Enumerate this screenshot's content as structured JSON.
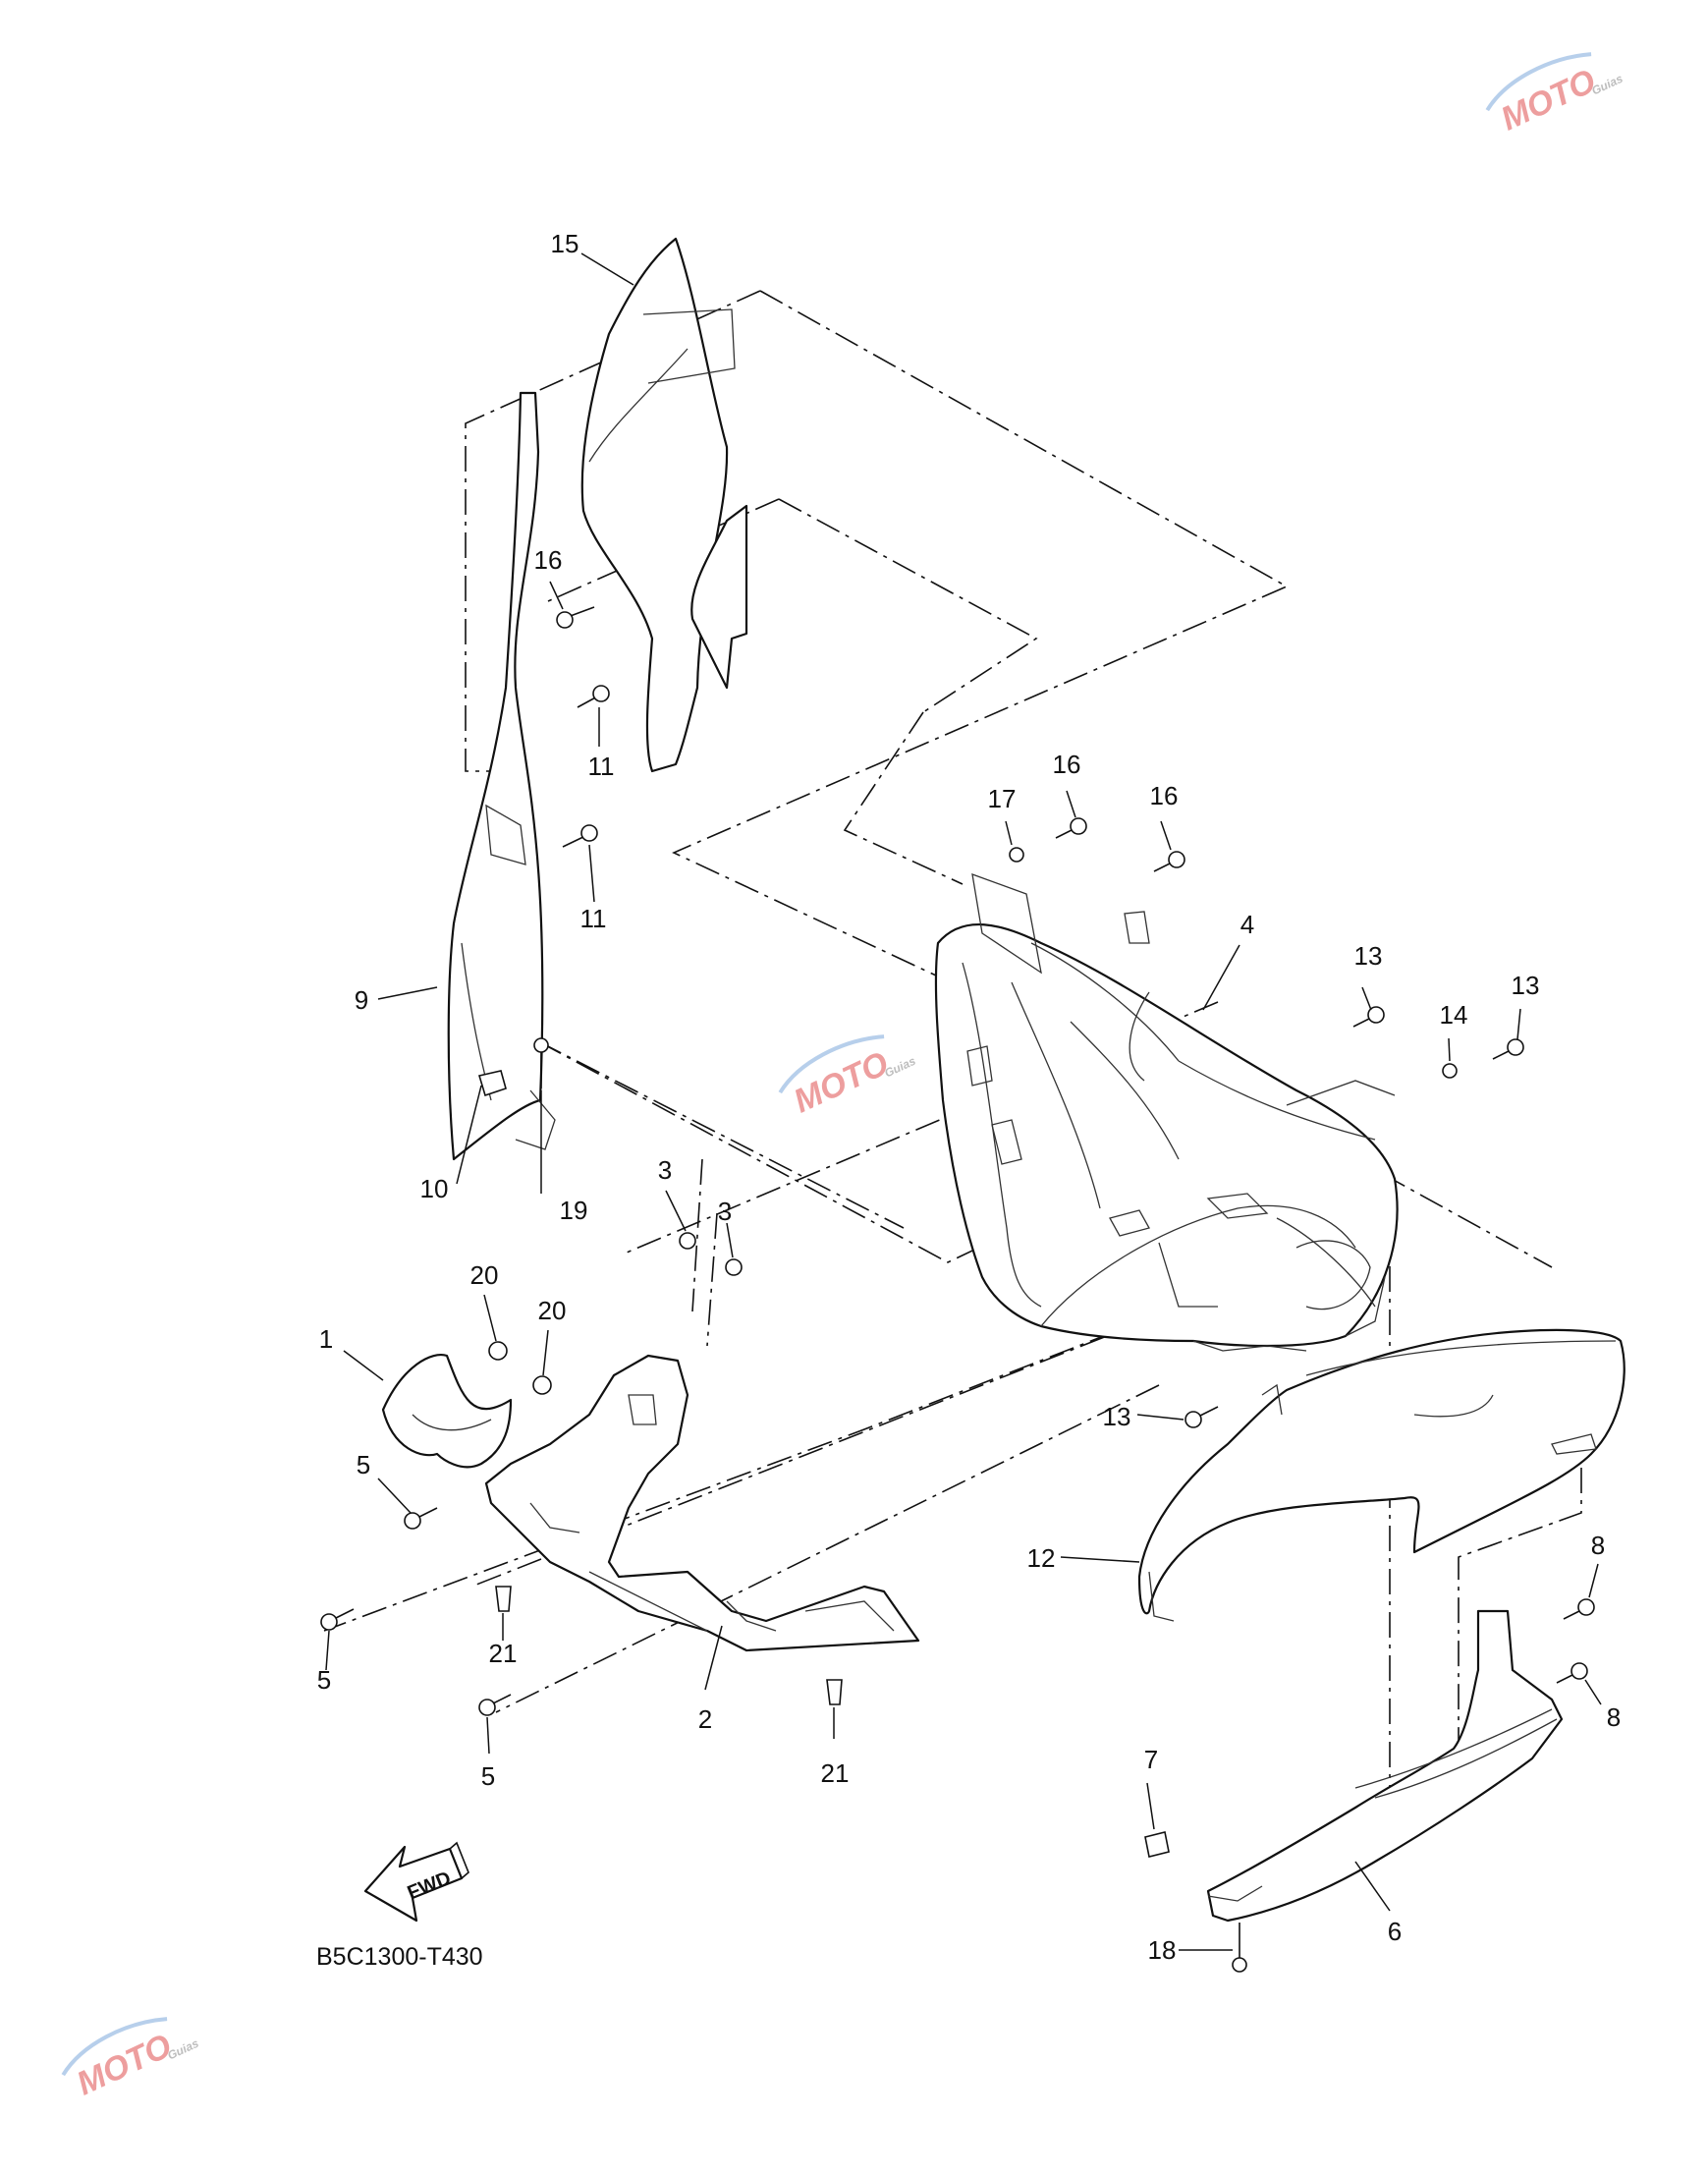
{
  "diagram": {
    "code": "B5C1300-T430",
    "fwd_label": "FWD",
    "callouts": [
      {
        "id": "c15",
        "text": "15"
      },
      {
        "id": "c16a",
        "text": "16"
      },
      {
        "id": "c11a",
        "text": "11"
      },
      {
        "id": "c11b",
        "text": "11"
      },
      {
        "id": "c9",
        "text": "9"
      },
      {
        "id": "c10",
        "text": "10"
      },
      {
        "id": "c19",
        "text": "19"
      },
      {
        "id": "c17",
        "text": "17"
      },
      {
        "id": "c16b",
        "text": "16"
      },
      {
        "id": "c16c",
        "text": "16"
      },
      {
        "id": "c4",
        "text": "4"
      },
      {
        "id": "c13a",
        "text": "13"
      },
      {
        "id": "c14",
        "text": "14"
      },
      {
        "id": "c13b",
        "text": "13"
      },
      {
        "id": "c3a",
        "text": "3"
      },
      {
        "id": "c3b",
        "text": "3"
      },
      {
        "id": "c20a",
        "text": "20"
      },
      {
        "id": "c20b",
        "text": "20"
      },
      {
        "id": "c1",
        "text": "1"
      },
      {
        "id": "c5a",
        "text": "5"
      },
      {
        "id": "c5b",
        "text": "5"
      },
      {
        "id": "c5c",
        "text": "5"
      },
      {
        "id": "c21a",
        "text": "21"
      },
      {
        "id": "c2",
        "text": "2"
      },
      {
        "id": "c21b",
        "text": "21"
      },
      {
        "id": "c13c",
        "text": "13"
      },
      {
        "id": "c12",
        "text": "12"
      },
      {
        "id": "c8a",
        "text": "8"
      },
      {
        "id": "c8b",
        "text": "8"
      },
      {
        "id": "c7",
        "text": "7"
      },
      {
        "id": "c18",
        "text": "18"
      },
      {
        "id": "c6",
        "text": "6"
      }
    ]
  },
  "watermark": {
    "text": "MOTO",
    "subtext": "Guias"
  }
}
